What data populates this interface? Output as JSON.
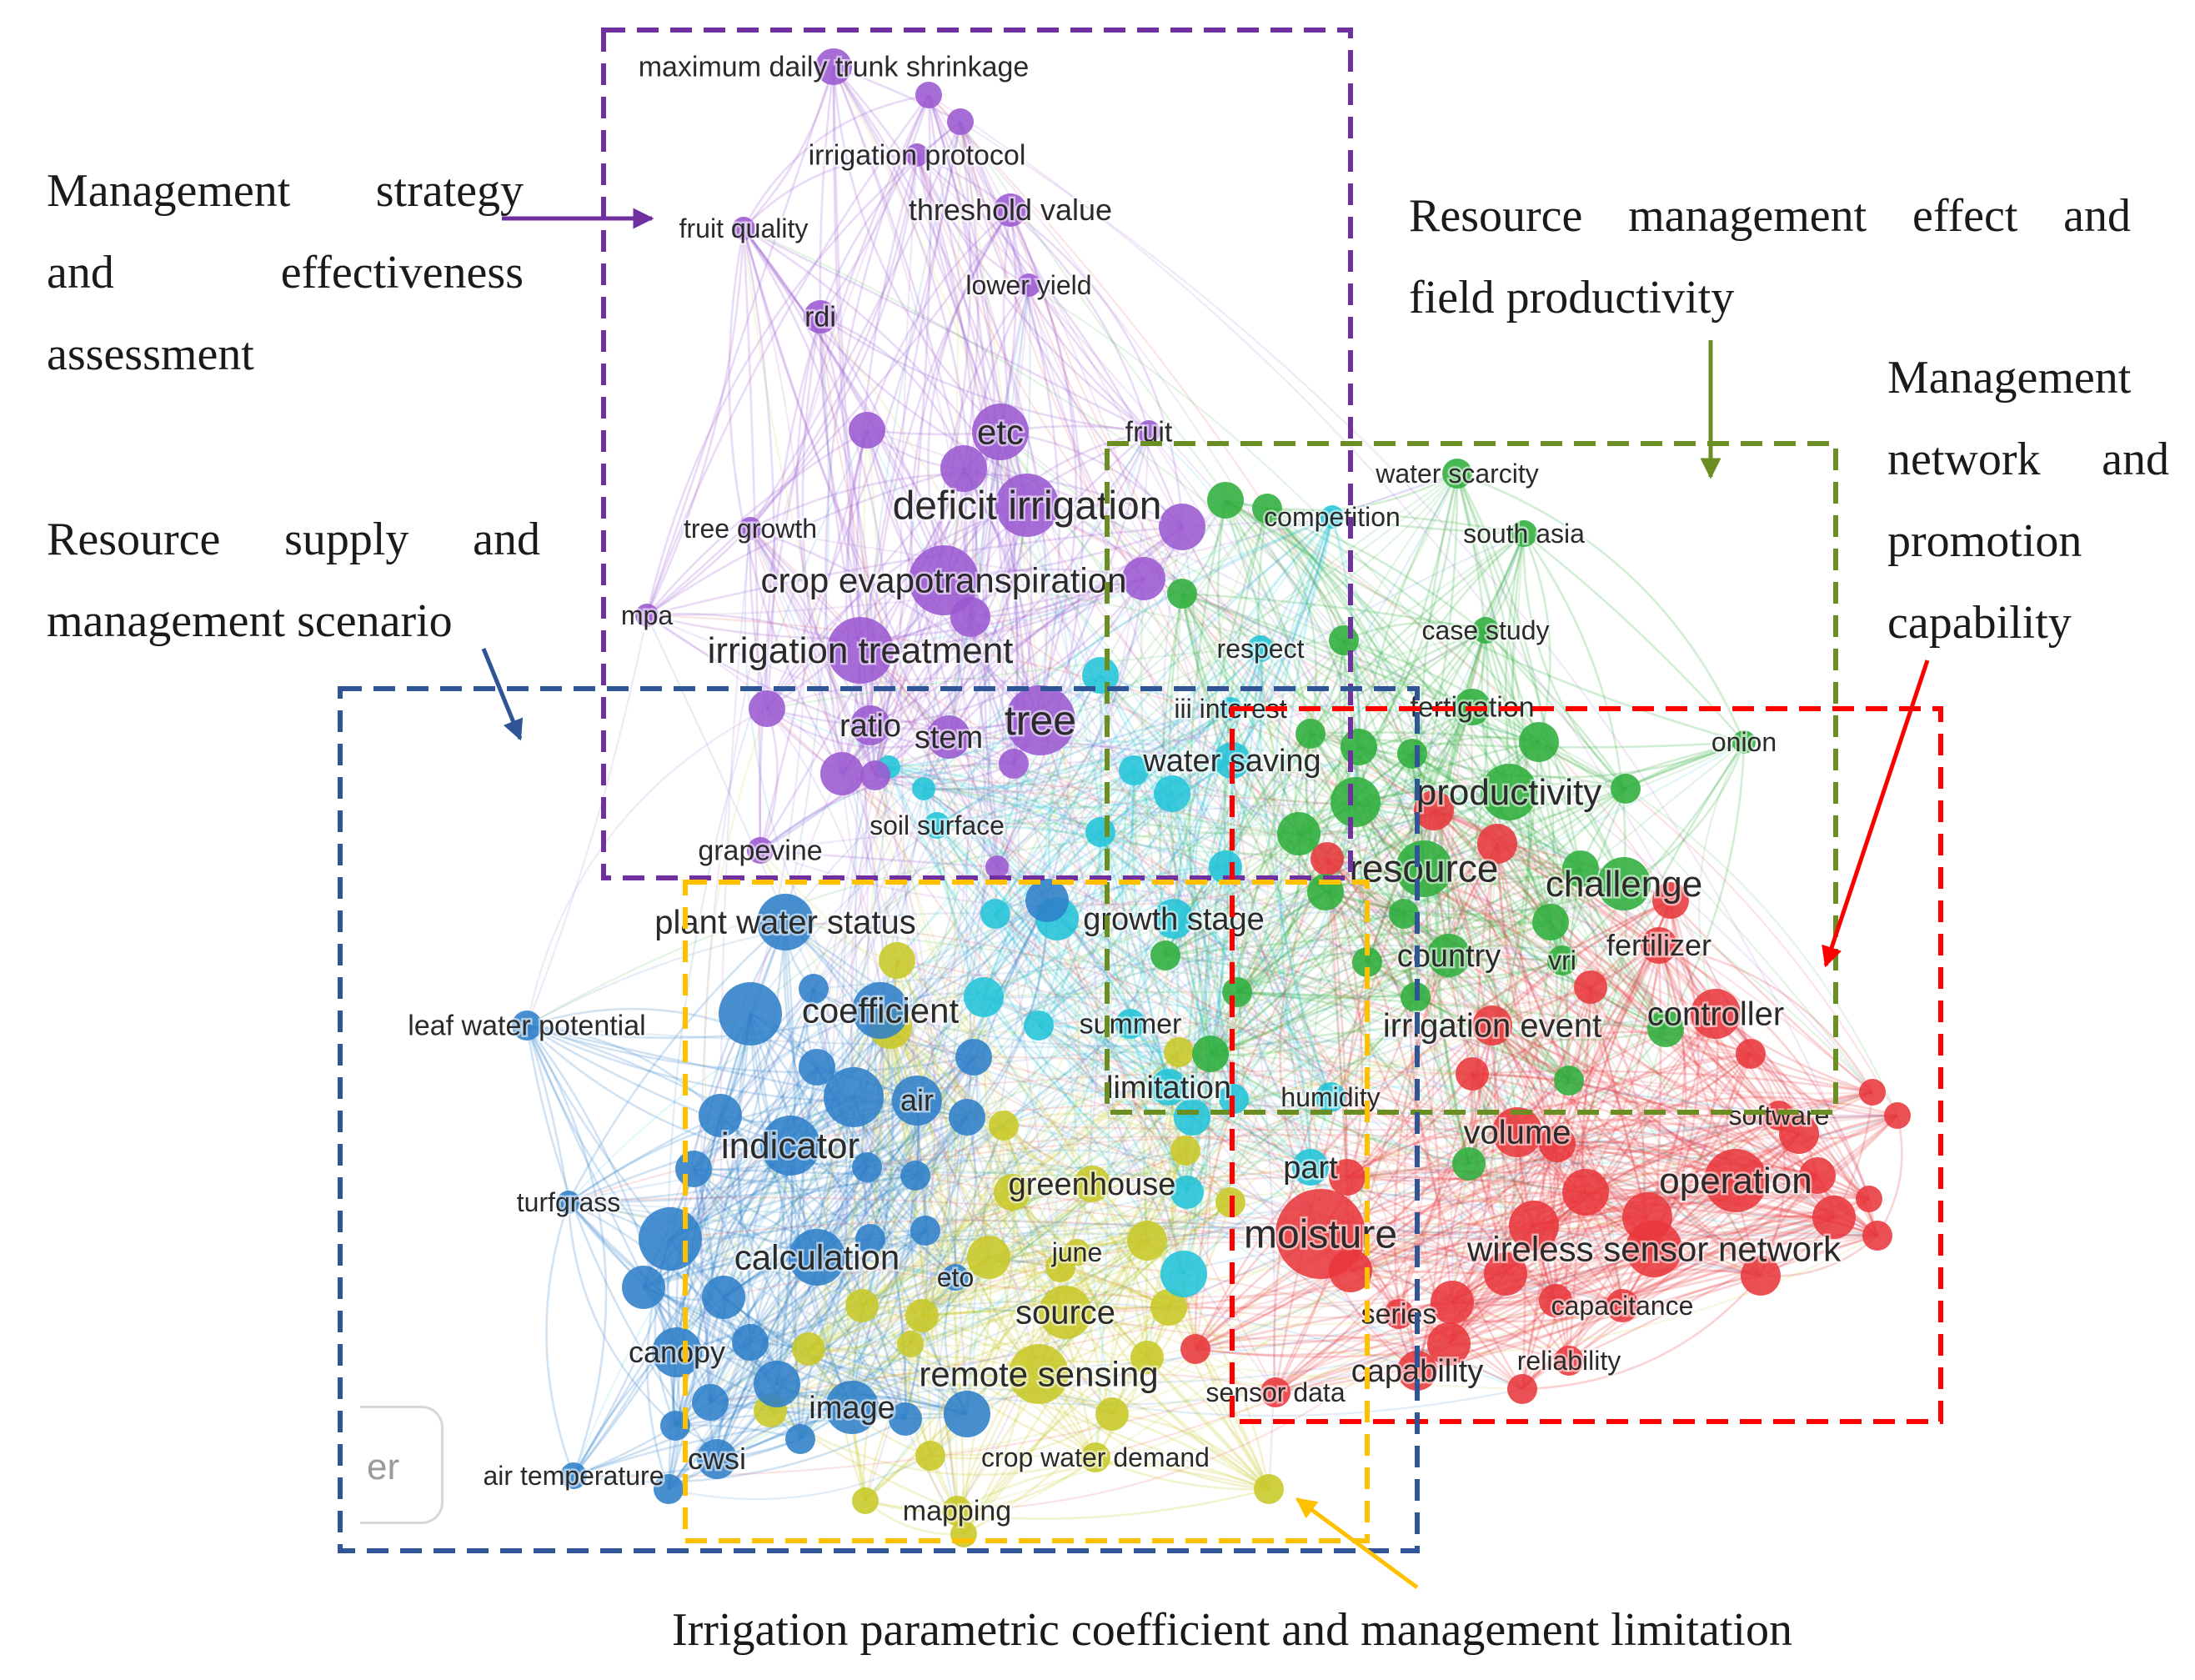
{
  "captions": {
    "management_strategy": [
      "Management strategy",
      "and effectiveness",
      "assessment"
    ],
    "resource_management_effect": [
      "Resource management effect and",
      "field productivity"
    ],
    "management_network": [
      "Management",
      "network and",
      "promotion",
      "capability"
    ],
    "resource_supply": [
      "Resource supply and",
      "management scenario"
    ],
    "irrigation_parametric": "Irrigation parametric coefficient and management limitation"
  },
  "clusters": [
    {
      "name": "purple",
      "color": "#9b59d0",
      "box_color": "#7030a0"
    },
    {
      "name": "green",
      "color": "#2fae3c",
      "box_color": "#6b8e23"
    },
    {
      "name": "red",
      "color": "#e8383c",
      "box_color": "#ff0000"
    },
    {
      "name": "blue",
      "color": "#2f7fc8",
      "box_color": "#2f5597"
    },
    {
      "name": "yellow",
      "color": "#c8c828",
      "box_color": "#ffc000"
    },
    {
      "name": "cyan",
      "color": "#22c4d8"
    }
  ],
  "keywords": {
    "purple": [
      "maximum daily trunk shrinkage",
      "irrigation protocol",
      "threshold value",
      "fruit quality",
      "lower yield",
      "rdi",
      "etc",
      "fruit",
      "deficit irrigation",
      "tree growth",
      "crop evapotranspiration",
      "mpa",
      "irrigation treatment",
      "ratio",
      "stem",
      "tree",
      "grapevine"
    ],
    "green": [
      "water scarcity",
      "south asia",
      "case study",
      "fertigation",
      "onion",
      "productivity",
      "resource",
      "challenge",
      "country",
      "vri"
    ],
    "red": [
      "fertilizer",
      "controller",
      "irrigation event",
      "software",
      "volume",
      "operation",
      "moisture",
      "wireless sensor network",
      "capacitance",
      "series",
      "reliability",
      "capability",
      "sensor data"
    ],
    "cyan": [
      "competition",
      "respect",
      "iii interest",
      "water saving",
      "soil surface",
      "growth stage",
      "summer",
      "limitation",
      "humidity",
      "part"
    ],
    "blue": [
      "plant water status",
      "leaf water potential",
      "coefficient",
      "air",
      "indicator",
      "turfgrass",
      "calculation",
      "eto",
      "canopy",
      "image",
      "cwsi",
      "air temperature"
    ],
    "yellow": [
      "greenhouse",
      "june",
      "source",
      "remote sensing",
      "crop water demand",
      "mapping"
    ]
  },
  "viewer_button_label": "er"
}
